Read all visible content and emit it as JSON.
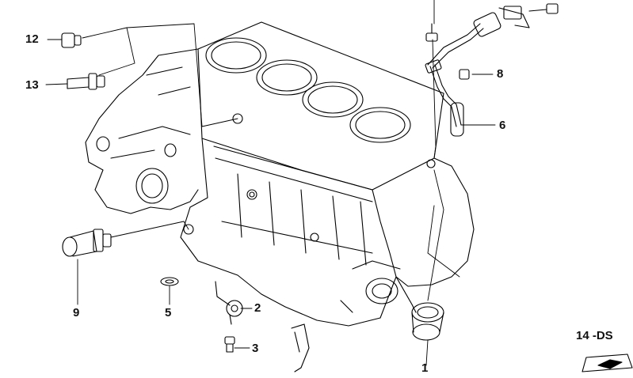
{
  "diagram": {
    "callouts": [
      {
        "id": "c1",
        "label": "1"
      },
      {
        "id": "c2",
        "label": "2"
      },
      {
        "id": "c3",
        "label": "3"
      },
      {
        "id": "c5",
        "label": "5"
      },
      {
        "id": "c6",
        "label": "6"
      },
      {
        "id": "c8",
        "label": "8"
      },
      {
        "id": "c9",
        "label": "9"
      },
      {
        "id": "c12",
        "label": "12"
      },
      {
        "id": "c13",
        "label": "13"
      }
    ],
    "diagram_id": "14 -DS",
    "line_color": "#000000",
    "background": "#ffffff"
  }
}
